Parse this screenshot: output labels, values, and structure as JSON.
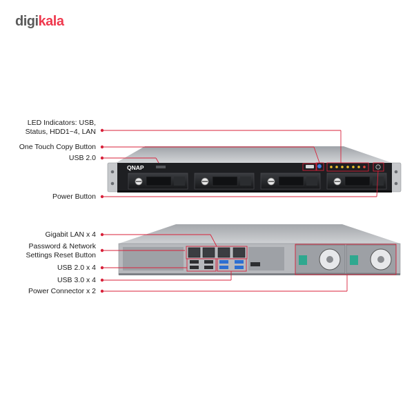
{
  "brand": {
    "part1": "digi",
    "part2": "kala"
  },
  "device_logo": "QNAP",
  "colors": {
    "callout": "#d8213a",
    "brand_red": "#ef394e",
    "chassis_top": "#b9bcc0",
    "front_panel": "#1e1f22",
    "rear_panel": "#b7b9bd",
    "usb3_blue": "#2d6fd1"
  },
  "front_labels": {
    "led_line1": "LED Indicators: USB,",
    "led_line2": "Status, HDD1~4, LAN",
    "copy_button": "One Touch Copy Button",
    "usb2": "USB 2.0",
    "power_button": "Power Button"
  },
  "rear_labels": {
    "lan": "Gigabit LAN x 4",
    "reset_line1": "Password & Network",
    "reset_line2": "Settings Reset Button",
    "usb2": "USB 2.0 x 4",
    "usb3": "USB 3.0 x 4",
    "power_connector": "Power Connector x 2"
  }
}
